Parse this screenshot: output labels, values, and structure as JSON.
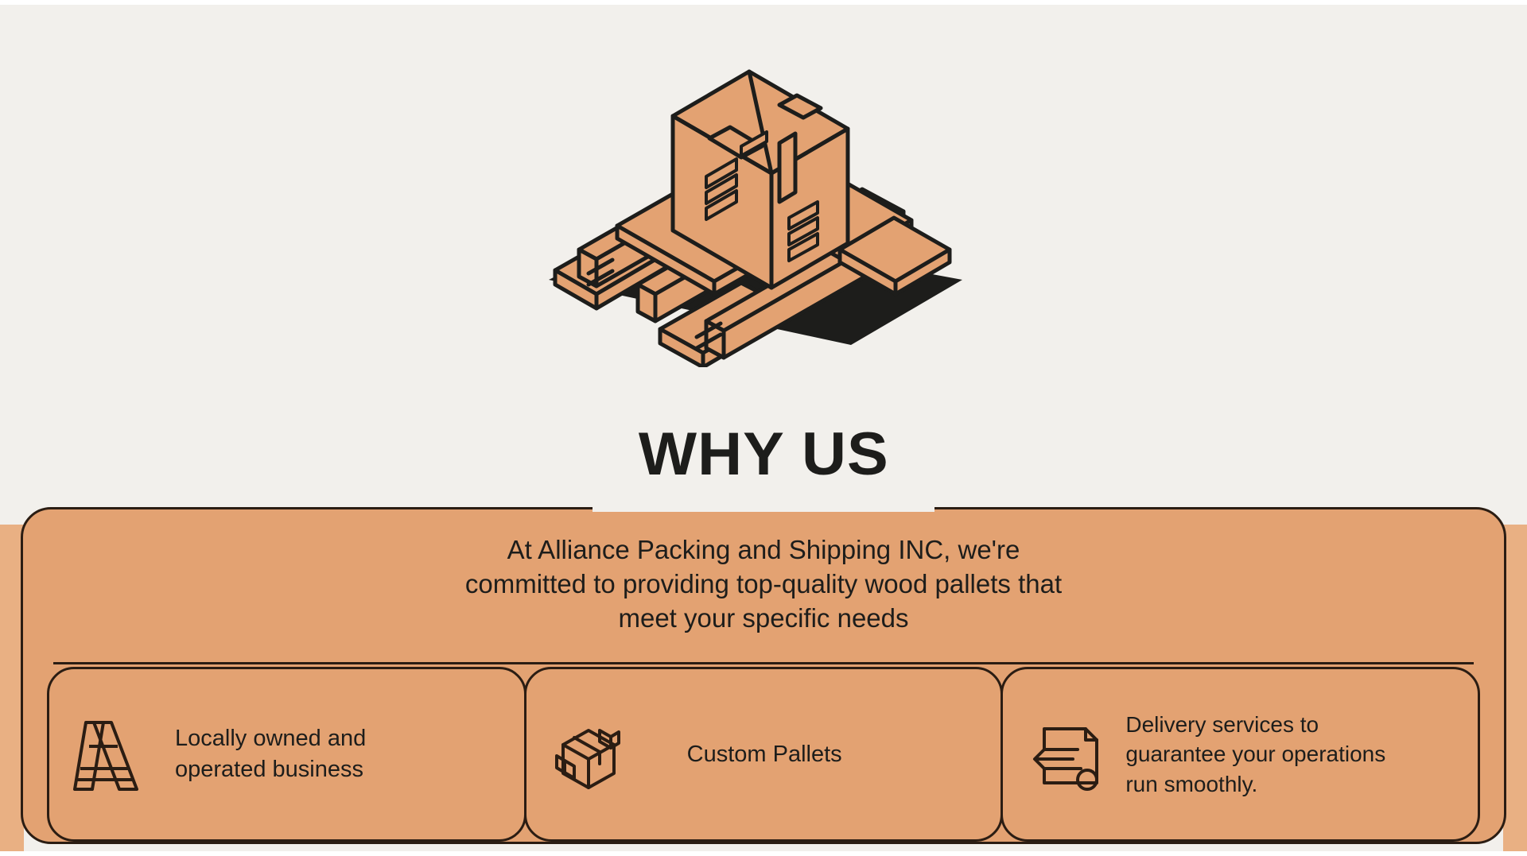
{
  "colors": {
    "background": "#f2f0ec",
    "panel": "#e3a272",
    "panel_bleed": "#e9b083",
    "outline": "#2b1d13",
    "text": "#1d1d1b",
    "illustration_fill": "#e3a272",
    "illustration_shadow": "#1d1d1b"
  },
  "hero": {
    "icon": "pallet-with-box-illustration",
    "alt": "Isometric wood pallet stacked with a cardboard box"
  },
  "title": "WHY US",
  "panel": {
    "paragraph_lines": [
      "At Alliance Packing and Shipping INC, we're",
      "committed to providing top-quality wood pallets that",
      "meet your specific needs"
    ]
  },
  "features": [
    {
      "icon": "double-a-logo-icon",
      "label_lines": [
        "Locally owned and",
        "operated business"
      ],
      "label": "Locally owned and operated business"
    },
    {
      "icon": "package-box-icon",
      "label_lines": [
        "Custom Pallets"
      ],
      "label": "Custom Pallets"
    },
    {
      "icon": "delivery-truck-icon",
      "label_lines": [
        "Delivery services to",
        "guarantee your operations",
        "run smoothly."
      ],
      "label": "Delivery services to guarantee your operations run smoothly."
    }
  ]
}
